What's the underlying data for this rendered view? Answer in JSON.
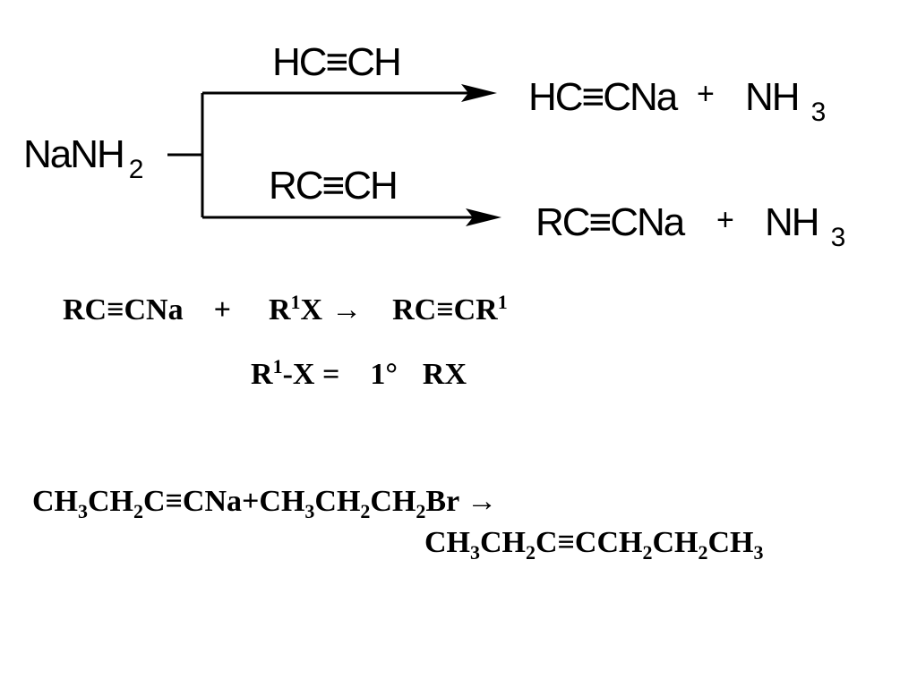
{
  "scheme": {
    "reagent": "NaNH",
    "reagent_sub": "2",
    "upper": {
      "above_arrow": "HC≡CH",
      "product": "HC≡CNa",
      "plus": "+",
      "byproduct": "NH",
      "byproduct_sub": "3"
    },
    "lower": {
      "above_arrow": "RC≡CH",
      "product": "RC≡CNa",
      "plus": "+",
      "byproduct": "NH",
      "byproduct_sub": "3"
    }
  },
  "equation_1": {
    "reactant_a": "RC≡CNa",
    "plus": "+",
    "reactant_b": "R",
    "reactant_b_sup": "1",
    "reactant_b_rest": "X",
    "arrow": "→",
    "product": "RC≡CR",
    "product_sup": "1"
  },
  "equation_2": {
    "lhs": "R",
    "lhs_sup": "1",
    "lhs_rest": "-X =",
    "rhs": "1°",
    "rhs_rest": "RX"
  },
  "example": {
    "line1": [
      {
        "t": "CH"
      },
      {
        "s": "3"
      },
      {
        "t": "CH"
      },
      {
        "s": "2"
      },
      {
        "t": "C≡CNa+CH"
      },
      {
        "s": "3"
      },
      {
        "t": "CH"
      },
      {
        "s": "2"
      },
      {
        "t": "CH"
      },
      {
        "s": "2"
      },
      {
        "t": "Br →"
      }
    ],
    "line2": [
      {
        "t": "CH"
      },
      {
        "s": "3"
      },
      {
        "t": "CH"
      },
      {
        "s": "2"
      },
      {
        "t": "C≡CCH"
      },
      {
        "s": "2"
      },
      {
        "t": "CH"
      },
      {
        "s": "2"
      },
      {
        "t": "CH"
      },
      {
        "s": "3"
      }
    ]
  }
}
